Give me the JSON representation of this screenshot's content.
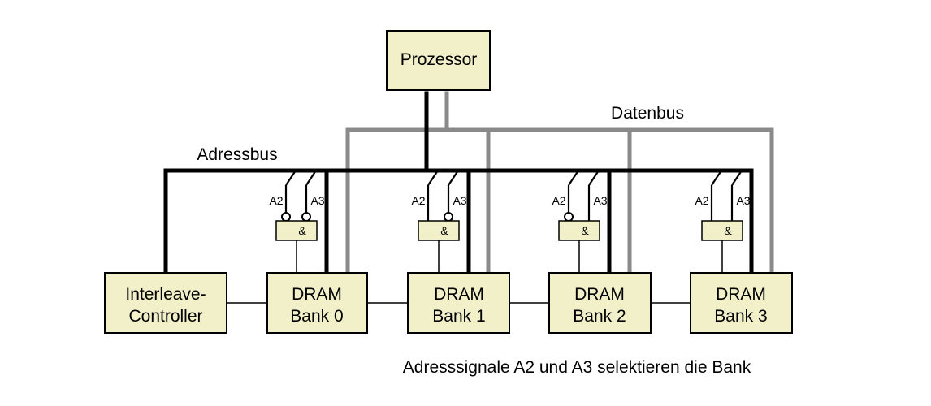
{
  "processor": {
    "label": "Prozessor"
  },
  "labels": {
    "datenbus": "Datenbus",
    "adressbus": "Adressbus",
    "caption": "Adresssignale A2 und A3 selektieren die Bank"
  },
  "controller": {
    "line1": "Interleave-",
    "line2": "Controller"
  },
  "banks": [
    {
      "line1": "DRAM",
      "line2": "Bank 0",
      "a2_label": "A2",
      "a3_label": "A3",
      "gate_symbol": "&",
      "a2_inverted": true,
      "a3_inverted": true
    },
    {
      "line1": "DRAM",
      "line2": "Bank 1",
      "a2_label": "A2",
      "a3_label": "A3",
      "gate_symbol": "&",
      "a2_inverted": false,
      "a3_inverted": true
    },
    {
      "line1": "DRAM",
      "line2": "Bank 2",
      "a2_label": "A2",
      "a3_label": "A3",
      "gate_symbol": "&",
      "a2_inverted": true,
      "a3_inverted": false
    },
    {
      "line1": "DRAM",
      "line2": "Bank 3",
      "a2_label": "A2",
      "a3_label": "A3",
      "gate_symbol": "&",
      "a2_inverted": false,
      "a3_inverted": false
    }
  ],
  "colors": {
    "box_fill": "#f2f0c8",
    "address_bus": "#000000",
    "data_bus": "#8a8a8a"
  }
}
